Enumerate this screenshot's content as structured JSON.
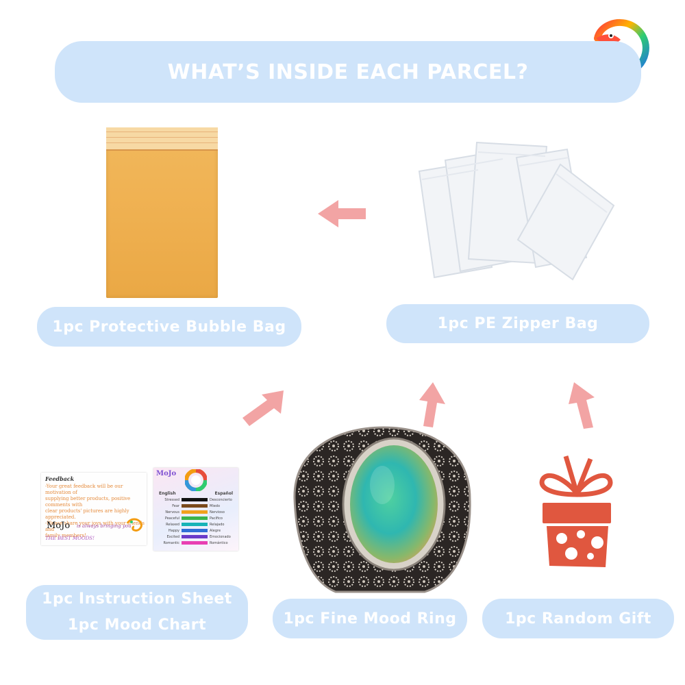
{
  "header": {
    "title": "WHAT’S INSIDE EACH PARCEL?"
  },
  "items": {
    "bubble_bag": "1pc Protective Bubble Bag",
    "zipper_bag": "1pc PE Zipper Bag",
    "instruction_sheet": "1pc Instruction Sheet",
    "mood_chart": "1pc Mood Chart",
    "mood_ring": "1pc Fine Mood Ring",
    "random_gift": "1pc Random Gift"
  },
  "instruction_card": {
    "heading": "Feedback",
    "lines": [
      "-Your great feedback will be our motivation of",
      "supplying better products, positive comments with",
      "clear products' pictures are highly appreciated.",
      "-Please share your joys with your friends and",
      "family members!"
    ],
    "brand": "MoJo",
    "tagline": "is always bringing you",
    "slogan": "THE BEST MOODS!"
  },
  "mood_chart_card": {
    "col1": "English",
    "col2": "Español",
    "rows": [
      {
        "en": "Stressed",
        "es": "Desconcierto",
        "color": "#111111"
      },
      {
        "en": "Fear",
        "es": "Miedo",
        "color": "#7a4a1c"
      },
      {
        "en": "Nervous",
        "es": "Nervioso",
        "color": "#f1a21c"
      },
      {
        "en": "Peaceful",
        "es": "Pacífico",
        "color": "#3cb44b"
      },
      {
        "en": "Relaxed",
        "es": "Relajado",
        "color": "#17b3b7"
      },
      {
        "en": "Happy",
        "es": "Alegre",
        "color": "#2f6fd6"
      },
      {
        "en": "Excited",
        "es": "Emocionado",
        "color": "#6a3bc9"
      },
      {
        "en": "Romantic",
        "es": "Romántico",
        "color": "#e83fb3"
      }
    ]
  },
  "colors": {
    "pill": "#cfe4fa",
    "arrow": "#f2a4a4",
    "gift": "#e0573f"
  },
  "icons": [
    "chameleon-logo-icon",
    "left-arrow-icon",
    "up-arrow-icon",
    "gift-icon"
  ]
}
